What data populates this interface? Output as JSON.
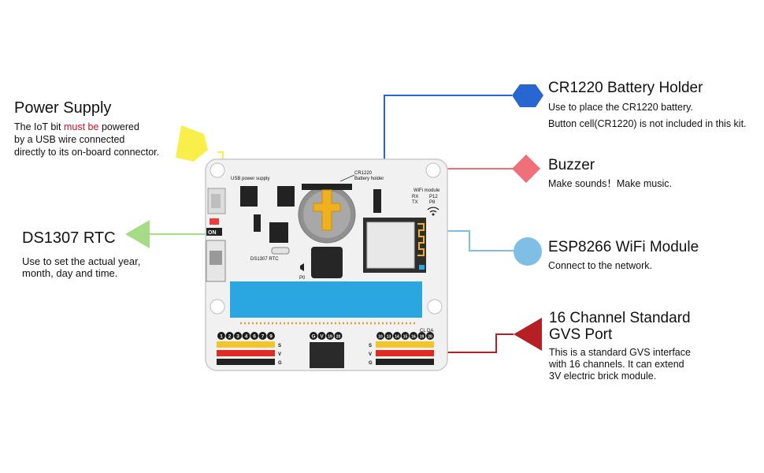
{
  "colors": {
    "yellow": "#f8ef4a",
    "blue": "#2866d1",
    "red_pink": "#ef6f7a",
    "green": "#a6dc85",
    "light_blue": "#7fbfe6",
    "dark_red": "#b61f24",
    "board_bg": "#f1f1f1",
    "strip_blue": "#2aa6e0",
    "header_yellow": "#f2c62b",
    "header_red": "#e02a24"
  },
  "power": {
    "title": "Power Supply",
    "line1_pre": "The IoT bit ",
    "line1_emph": "must be",
    "line1_post": " powered",
    "line2": "by a USB wire connected",
    "line3": "directly to its on-board connector."
  },
  "rtc": {
    "title": "DS1307 RTC",
    "line1": "Use to set the actual year,",
    "line2": "month, day and time."
  },
  "battery": {
    "title": "CR1220 Battery Holder",
    "line1": "Use to place the CR1220 battery.",
    "line2": "Button cell(CR1220) is not included in this kit."
  },
  "buzzer": {
    "title": "Buzzer",
    "line1": "Make sounds！Make music."
  },
  "wifi": {
    "title": "ESP8266 WiFi Module",
    "line1": "Connect to the network."
  },
  "gvs": {
    "title1": "16 Channel Standard",
    "title2": "GVS Port",
    "line1": "This is a standard GVS interface",
    "line2": "with 16 channels. It can extend",
    "line3": "3V electric brick module."
  },
  "board": {
    "usb_label": "USB power supply",
    "battery_label1": "CR1220",
    "battery_label2": "Battery holder",
    "wifi_label": "WiFi module",
    "rx": "RX",
    "tx": "TX",
    "p12": "P12",
    "p8": "P8",
    "on": "ON",
    "rtc_label": "DS1307 RTC",
    "p0": "P0",
    "left_pins": [
      "1",
      "2",
      "3",
      "4",
      "6",
      "7",
      "9"
    ],
    "mid_pins": [
      "G",
      "V",
      "19",
      "20"
    ],
    "right_pins": [
      "10",
      "13",
      "14",
      "15",
      "16",
      "19",
      "20"
    ],
    "cl": "CL",
    "da": "DA",
    "s": "S",
    "v": "V",
    "g": "G"
  }
}
